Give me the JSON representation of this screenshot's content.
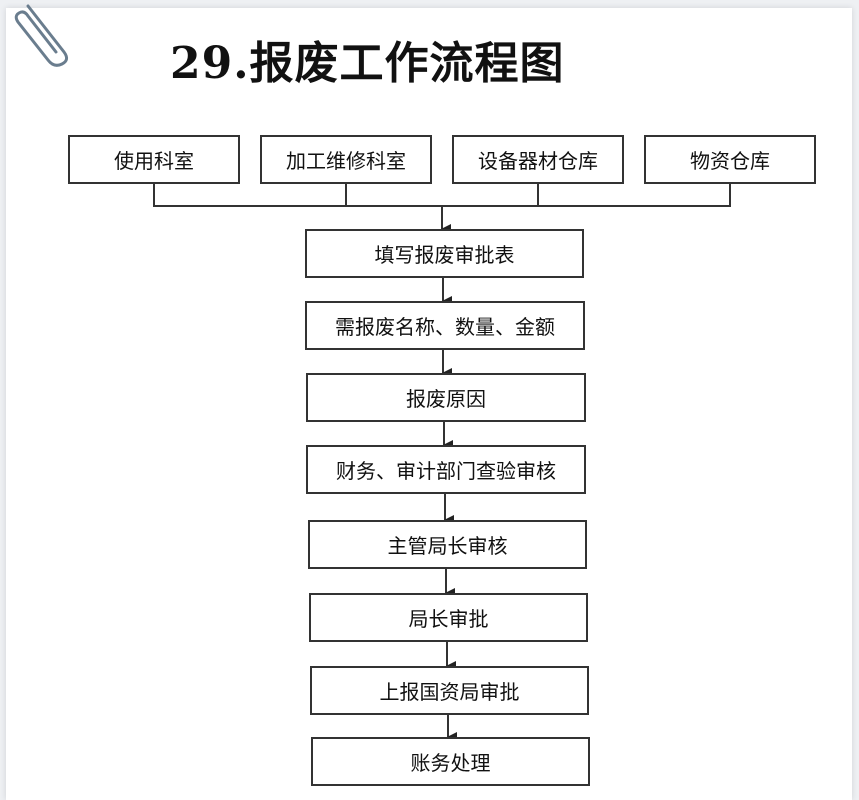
{
  "title": "29.报废工作流程图",
  "sources": [
    "使用科室",
    "加工维修科室",
    "设备器材仓库",
    "物资仓库"
  ],
  "steps": [
    "填写报废审批表",
    "需报废名称、数量、金额",
    "报废原因",
    "财务、审计部门查验审核",
    "主管局长审核",
    "局长审批",
    "上报国资局审批",
    "账务处理"
  ]
}
